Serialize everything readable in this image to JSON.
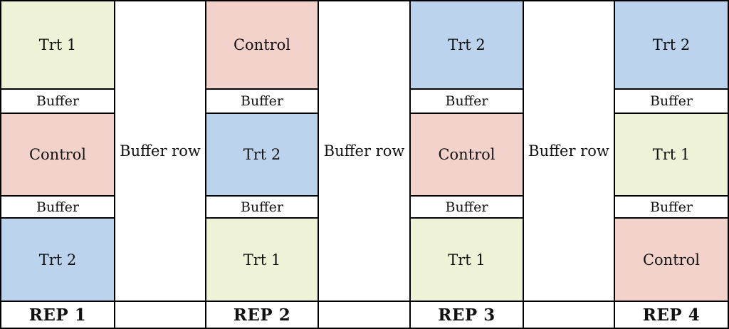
{
  "colors": {
    "Control": "#f2d2ca",
    "Trt 1": "#eef2d6",
    "Trt 2": "#bcd3ee",
    "Buffer": "#ffffff"
  },
  "plot_columns": [
    {
      "rep_label": "REP 1",
      "cells": [
        {
          "label": "Trt 1",
          "kind": "Trt 1"
        },
        {
          "label": "Buffer",
          "kind": "Buffer"
        },
        {
          "label": "Control",
          "kind": "Control"
        },
        {
          "label": "Buffer",
          "kind": "Buffer"
        },
        {
          "label": "Trt 2",
          "kind": "Trt 2"
        }
      ]
    },
    {
      "rep_label": "REP 2",
      "cells": [
        {
          "label": "Control",
          "kind": "Control"
        },
        {
          "label": "Buffer",
          "kind": "Buffer"
        },
        {
          "label": "Trt 2",
          "kind": "Trt 2"
        },
        {
          "label": "Buffer",
          "kind": "Buffer"
        },
        {
          "label": "Trt 1",
          "kind": "Trt 1"
        }
      ]
    },
    {
      "rep_label": "REP 3",
      "cells": [
        {
          "label": "Trt 2",
          "kind": "Trt 2"
        },
        {
          "label": "Buffer",
          "kind": "Buffer"
        },
        {
          "label": "Control",
          "kind": "Control"
        },
        {
          "label": "Buffer",
          "kind": "Buffer"
        },
        {
          "label": "Trt 1",
          "kind": "Trt 1"
        }
      ]
    },
    {
      "rep_label": "REP 4",
      "cells": [
        {
          "label": "Trt 2",
          "kind": "Trt 2"
        },
        {
          "label": "Buffer",
          "kind": "Buffer"
        },
        {
          "label": "Trt 1",
          "kind": "Trt 1"
        },
        {
          "label": "Buffer",
          "kind": "Buffer"
        },
        {
          "label": "Control",
          "kind": "Control"
        }
      ]
    }
  ],
  "buffer_rows": [
    {
      "label": "Buffer row"
    },
    {
      "label": "Buffer row"
    },
    {
      "label": "Buffer row"
    }
  ]
}
